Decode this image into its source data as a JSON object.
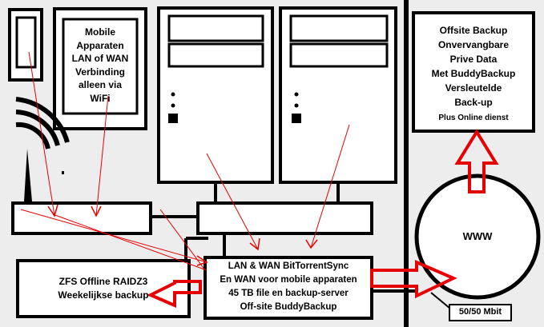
{
  "mobile": {
    "lines": [
      "Mobile",
      "Apparaten",
      "LAN of WAN",
      "Verbinding",
      "alleen via",
      "WiFi"
    ]
  },
  "offsite": {
    "lines": [
      "Offsite Backup",
      "Onvervangbare",
      "Prive Data",
      "Met BuddyBackup",
      "Versleutelde",
      "Back-up"
    ],
    "note": "Plus Online dienst"
  },
  "zfs": {
    "lines": [
      "ZFS Offline RAIDZ3",
      "Weekelijkse backup"
    ]
  },
  "server": {
    "lines": [
      "LAN & WAN BitTorrentSync",
      "En WAN voor mobile apparaten",
      "45 TB file en backup-server",
      "Off-site  BuddyBackup"
    ]
  },
  "www": {
    "label": "WWW"
  },
  "bandwidth": {
    "label": "50/50  Mbit"
  },
  "colors": {
    "arrow": "#e60000",
    "line": "#000000",
    "background": "#ededed",
    "box": "#ffffff"
  }
}
